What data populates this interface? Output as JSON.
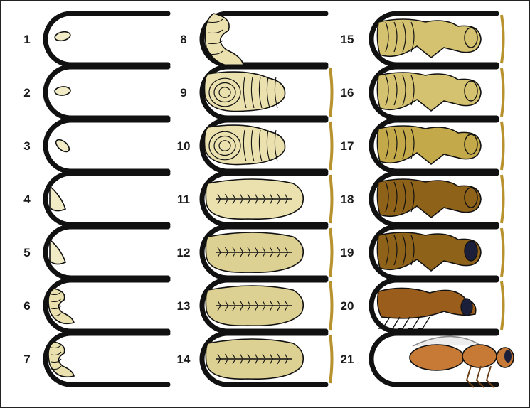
{
  "stages": [
    {
      "label": "1",
      "form": "egg"
    },
    {
      "label": "2",
      "form": "egg"
    },
    {
      "label": "3",
      "form": "egg"
    },
    {
      "label": "4",
      "form": "young-larva"
    },
    {
      "label": "5",
      "form": "young-larva"
    },
    {
      "label": "6",
      "form": "curled-larva"
    },
    {
      "label": "7",
      "form": "curled-larva"
    },
    {
      "label": "8",
      "form": "curled-larva"
    },
    {
      "label": "9",
      "form": "coiled-larva"
    },
    {
      "label": "10",
      "form": "coiled-larva"
    },
    {
      "label": "11",
      "form": "prepupa"
    },
    {
      "label": "12",
      "form": "prepupa"
    },
    {
      "label": "13",
      "form": "prepupa"
    },
    {
      "label": "14",
      "form": "prepupa"
    },
    {
      "label": "15",
      "form": "white-pupa"
    },
    {
      "label": "16",
      "form": "white-pupa"
    },
    {
      "label": "17",
      "form": "pupa"
    },
    {
      "label": "18",
      "form": "pupa"
    },
    {
      "label": "19",
      "form": "dark-eyed-pupa"
    },
    {
      "label": "20",
      "form": "pigmented-pupa"
    },
    {
      "label": "21",
      "form": "adult-bee"
    }
  ],
  "colors": {
    "cell_wall": "#111111",
    "cap": "#b8922f",
    "egg": "#f1ebc6",
    "larva": "#ebe1ae",
    "prepupa": "#dcd092",
    "pupa_white": "#d5c270",
    "pupa": "#c4a94a",
    "pupa_dark": "#8f621a",
    "pupa_brown": "#9a5d1c",
    "adult": "#c77a36",
    "eye": "#1b1f3a"
  }
}
